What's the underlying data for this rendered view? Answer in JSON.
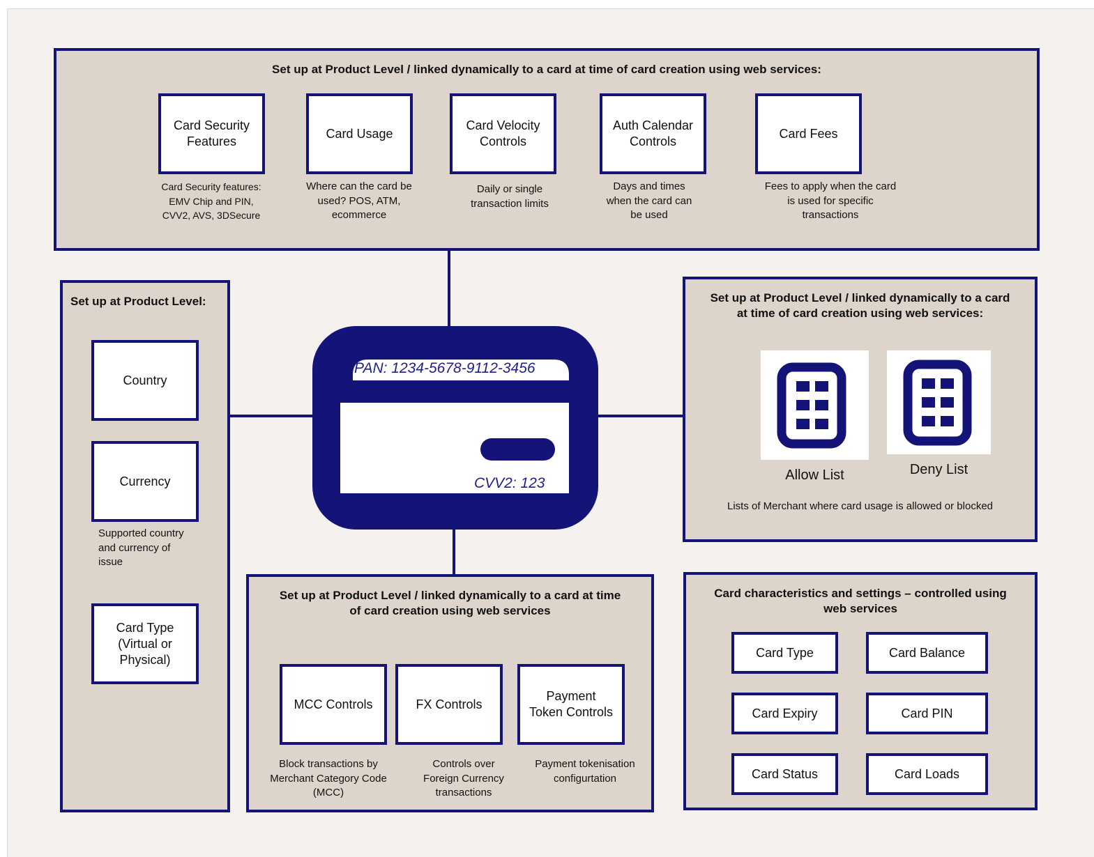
{
  "top_panel": {
    "title": "Set up at Product Level / linked dynamically to a card at time of card creation using web services:",
    "boxes": [
      {
        "label": "Card Security\nFeatures",
        "caption": "Card Security features:\nEMV Chip and PIN,\nCVV2, AVS, 3DSecure"
      },
      {
        "label": "Card Usage",
        "caption": "Where can the card be\nused? POS, ATM,\necommerce"
      },
      {
        "label": "Card Velocity\nControls",
        "caption": "Daily or single\ntransaction limits"
      },
      {
        "label": "Auth Calendar\nControls",
        "caption": "Days and times\nwhen the card can\nbe used"
      },
      {
        "label": "Card Fees",
        "caption": "Fees to apply when the card\nis used for specific\ntransactions"
      }
    ]
  },
  "left_panel": {
    "title": "Set up at Product Level:",
    "country": "Country",
    "currency": "Currency",
    "caption": "Supported country\nand currency of\nissue",
    "card_type": "Card Type\n(Virtual or\nPhysical)"
  },
  "right_panel": {
    "title": "Set up at Product Level / linked dynamically to a card\nat time of card creation using web services:",
    "allow_label": "Allow List",
    "deny_label": "Deny List",
    "caption": "Lists of Merchant where card usage is allowed or blocked"
  },
  "card": {
    "pan": "PAN: 1234-5678-9112-3456",
    "cvv": "CVV2: 123"
  },
  "bottom_panel": {
    "title": "Set up at Product Level / linked dynamically to a card at time\nof card creation using web services",
    "boxes": [
      {
        "label": "MCC Controls",
        "caption": "Block transactions by\nMerchant Category Code\n(MCC)"
      },
      {
        "label": "FX Controls",
        "caption": "Controls over\nForeign Currency\ntransactions"
      },
      {
        "label": "Payment\nToken Controls",
        "caption": "Payment tokenisation\nconfigurtation"
      }
    ]
  },
  "settings_panel": {
    "title": "Card characteristics and settings – controlled using\nweb services",
    "items": [
      "Card Type",
      "Card Balance",
      "Card Expiry",
      "Card PIN",
      "Card Status",
      "Card Loads"
    ]
  },
  "colors": {
    "navy": "#141478",
    "panel": "#ddd5cb",
    "background": "#f4f1ee"
  },
  "icons": [
    "credit-card-icon",
    "allow-list-icon",
    "deny-list-icon"
  ]
}
